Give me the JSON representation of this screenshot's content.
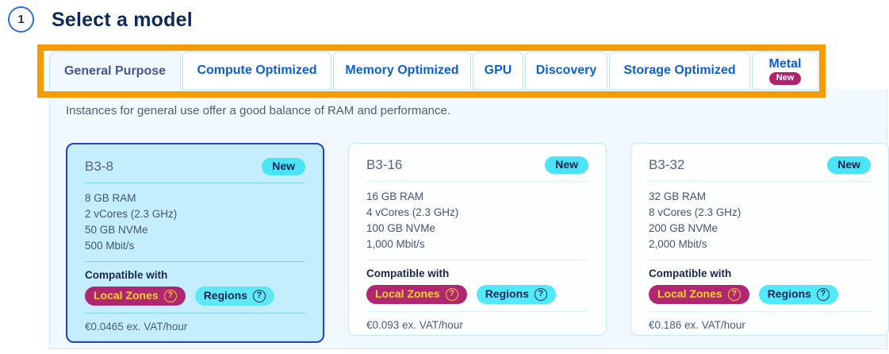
{
  "step": {
    "number": "1",
    "title": "Select a model"
  },
  "tabs": [
    {
      "label": "General Purpose",
      "active": true
    },
    {
      "label": "Compute Optimized",
      "active": false
    },
    {
      "label": "Memory Optimized",
      "active": false
    },
    {
      "label": "GPU",
      "active": false
    },
    {
      "label": "Discovery",
      "active": false
    },
    {
      "label": "Storage Optimized",
      "active": false
    },
    {
      "label": "Metal",
      "active": false,
      "badge": "New"
    }
  ],
  "panel": {
    "description": "Instances for general use offer a good balance of RAM and performance."
  },
  "labels": {
    "compatible_with": "Compatible with",
    "new_badge": "New",
    "local_zones_pill": "Local Zones",
    "regions_pill": "Regions",
    "help_glyph": "?"
  },
  "cards": [
    {
      "name": "B3-8",
      "badge": "New",
      "selected": true,
      "specs": [
        "8 GB RAM",
        "2 vCores (2.3 GHz)",
        "50 GB NVMe",
        "500 Mbit/s"
      ],
      "price": "€0.0465 ex. VAT/hour"
    },
    {
      "name": "B3-16",
      "badge": "New",
      "selected": false,
      "specs": [
        "16 GB RAM",
        "4 vCores (2.3 GHz)",
        "100 GB NVMe",
        "1,000 Mbit/s"
      ],
      "price": "€0.093 ex. VAT/hour"
    },
    {
      "name": "B3-32",
      "badge": "New",
      "selected": false,
      "specs": [
        "32 GB RAM",
        "8 vCores (2.3 GHz)",
        "200 GB NVMe",
        "2,000 Mbit/s"
      ],
      "price": "€0.186 ex. VAT/hour"
    }
  ],
  "colors": {
    "annotation_orange": "#f59c04",
    "selected_card_border": "#2343cf",
    "selected_card_bg": "#c5eefd",
    "tab_active_text": "#4a5394",
    "tab_inactive_text": "#0c5fd6",
    "new_badge_bg": "#4ae4f6",
    "local_zones_bg": "#b02670",
    "local_zones_text": "#ffd02e",
    "regions_bg": "#52e9fb",
    "heading_navy": "#0c2a5e"
  }
}
